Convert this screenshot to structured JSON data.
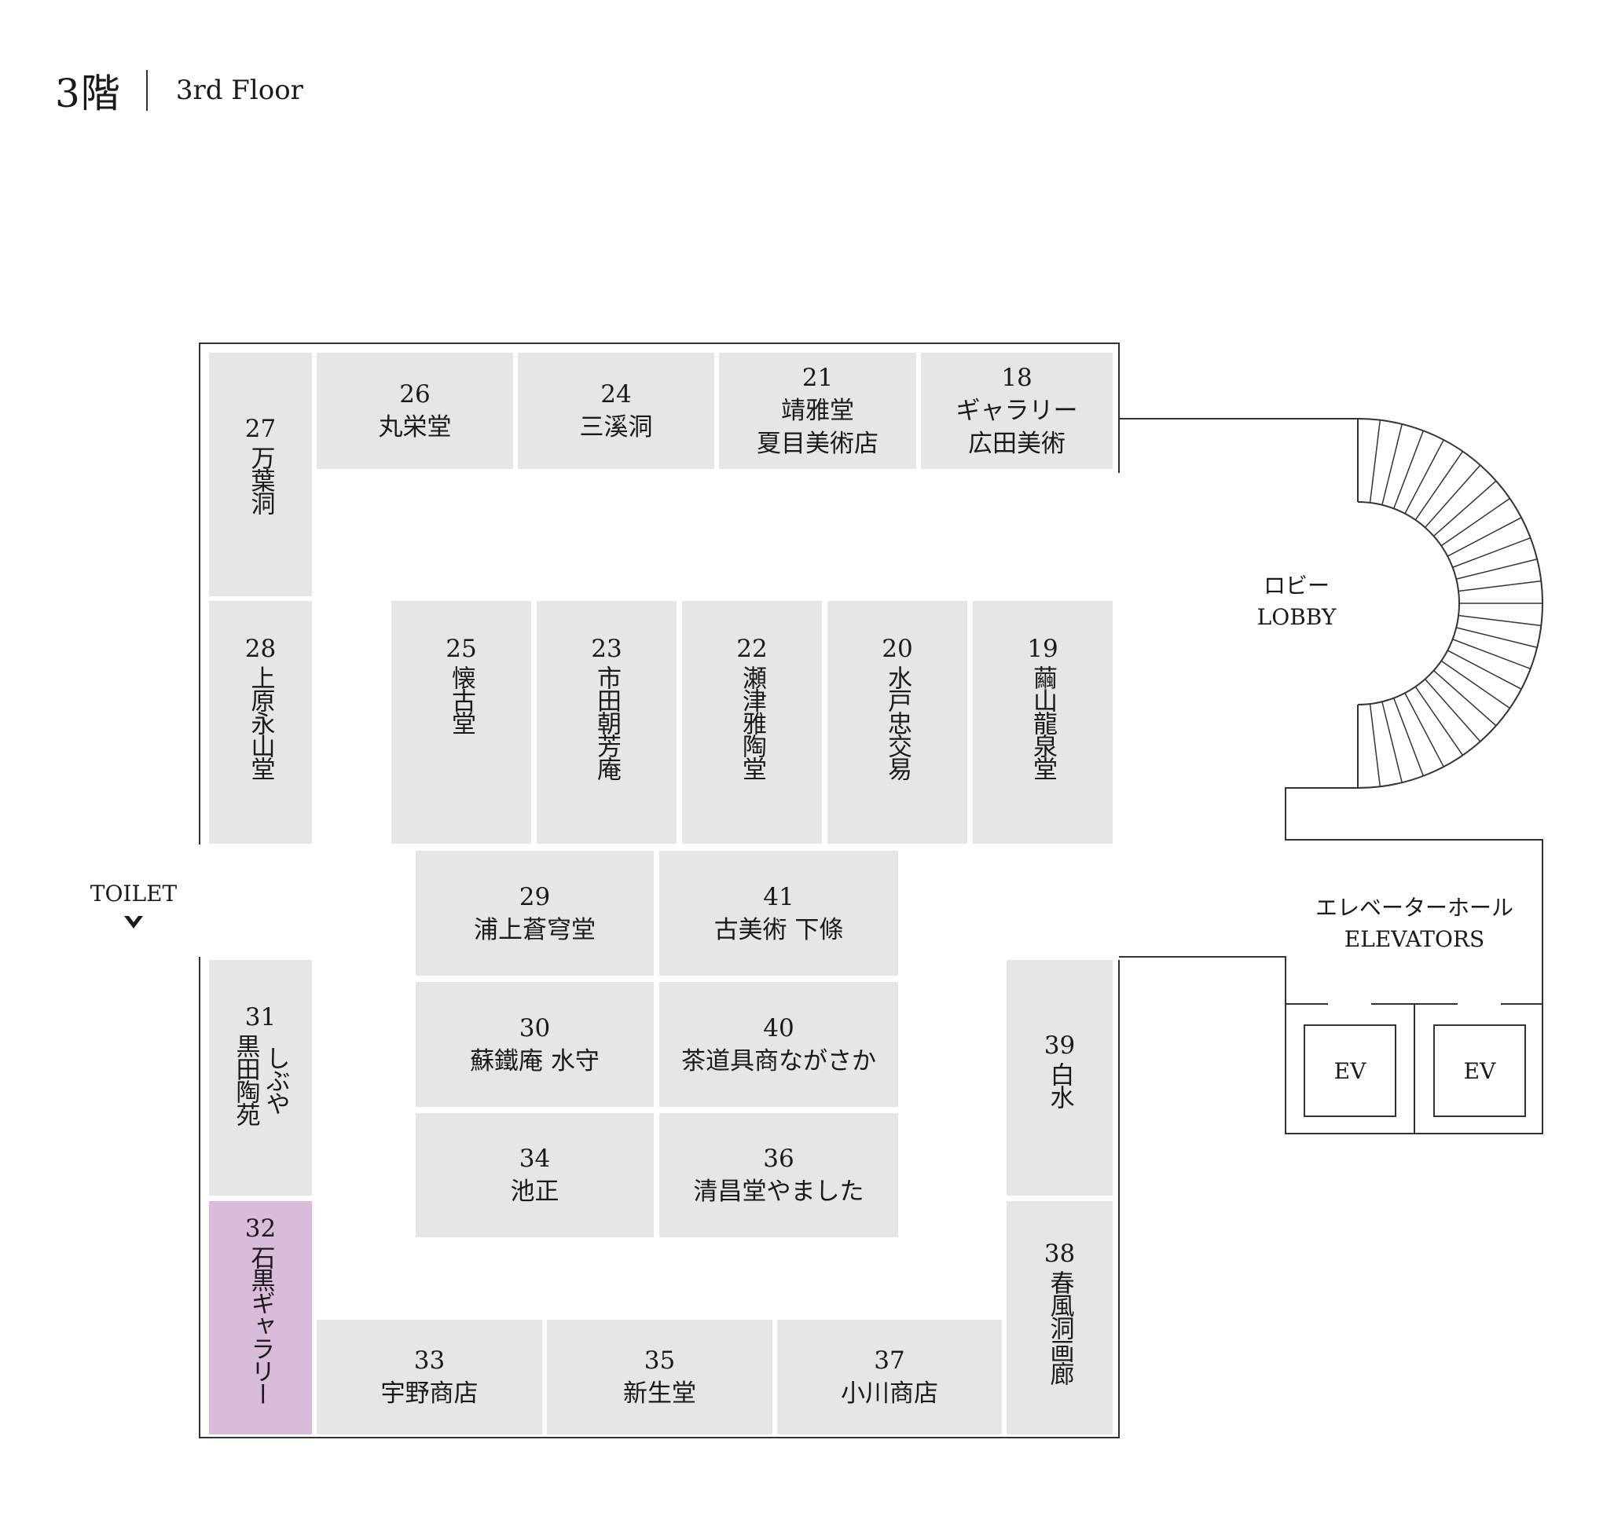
{
  "header": {
    "floor_jp": "3階",
    "floor_en": "3rd Floor"
  },
  "colors": {
    "booth": "#e6e6e6",
    "highlight": "#d9bcd9",
    "line": "#333333"
  },
  "booths": {
    "b18": {
      "num": "18",
      "name1": "ギャラリー",
      "name2": "広田美術"
    },
    "b21": {
      "num": "21",
      "name1": "靖雅堂",
      "name2": "夏目美術店"
    },
    "b24": {
      "num": "24",
      "name1": "三溪洞"
    },
    "b26": {
      "num": "26",
      "name1": "丸栄堂"
    },
    "b27": {
      "num": "27",
      "col1": "万葉洞"
    },
    "b28": {
      "num": "28",
      "col1": "上原永山堂"
    },
    "b25": {
      "num": "25",
      "col1": "懐古堂"
    },
    "b23": {
      "num": "23",
      "col1": "市田朝芳庵"
    },
    "b22": {
      "num": "22",
      "col1": "瀬津雅陶堂"
    },
    "b20": {
      "num": "20",
      "col1": "水戸忠交易"
    },
    "b19": {
      "num": "19",
      "col1": "繭山龍泉堂"
    },
    "b29": {
      "num": "29",
      "name1": "浦上蒼穹堂"
    },
    "b41": {
      "num": "41",
      "name1": "古美術 下條"
    },
    "b30": {
      "num": "30",
      "name1": "蘇鐵庵 水守"
    },
    "b40": {
      "num": "40",
      "name1": "茶道具商ながさか"
    },
    "b34": {
      "num": "34",
      "name1": "池正"
    },
    "b36": {
      "num": "36",
      "name1": "清昌堂やました"
    },
    "b31": {
      "num": "31",
      "col1": "しぶや",
      "col2": "黒田陶苑"
    },
    "b39": {
      "num": "39",
      "col1": "白水"
    },
    "b32": {
      "num": "32",
      "col1": "石黒ギャラリー"
    },
    "b38": {
      "num": "38",
      "col1": "春風洞画廊"
    },
    "b33": {
      "num": "33",
      "name1": "宇野商店"
    },
    "b35": {
      "num": "35",
      "name1": "新生堂"
    },
    "b37": {
      "num": "37",
      "name1": "小川商店"
    }
  },
  "labels": {
    "lobby_jp": "ロビー",
    "lobby_en": "LOBBY",
    "elev_jp": "エレベーターホール",
    "elev_en": "ELEVATORS",
    "toilet": "TOILET",
    "ev1": "EV",
    "ev2": "EV"
  },
  "icons": {
    "toilet_arrow": "chevron-down-icon"
  }
}
